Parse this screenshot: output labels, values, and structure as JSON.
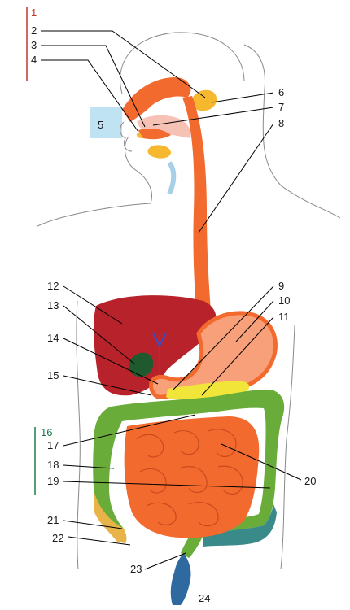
{
  "labels": {
    "n1": "1",
    "n2": "2",
    "n3": "3",
    "n4": "4",
    "n5": "5",
    "n6": "6",
    "n7": "7",
    "n8": "8",
    "n9": "9",
    "n10": "10",
    "n11": "11",
    "n12": "12",
    "n13": "13",
    "n14": "14",
    "n15": "15",
    "n16": "16",
    "n17": "17",
    "n18": "18",
    "n19": "19",
    "n20": "20",
    "n21": "21",
    "n22": "22",
    "n23": "23",
    "n24": "24"
  },
  "colors": {
    "bracket_top": "#c0392b",
    "bracket_bottom": "#1e7b4f",
    "label_16": "#1e7b4f",
    "label_1": "#c0392b",
    "highlight_box": "#bfe3f2",
    "esophagus": "#f26a2e",
    "salivary": "#f5b82e",
    "liver": "#b8222a",
    "gallbladder": "#1e5a2e",
    "bile_duct": "#3a4cc8",
    "stomach_fill": "#f7a07a",
    "pancreas": "#f2e53a",
    "large_intestine": "#6aac3a",
    "small_intestine": "#f26a2e",
    "rectum": "#2e6aa0"
  }
}
